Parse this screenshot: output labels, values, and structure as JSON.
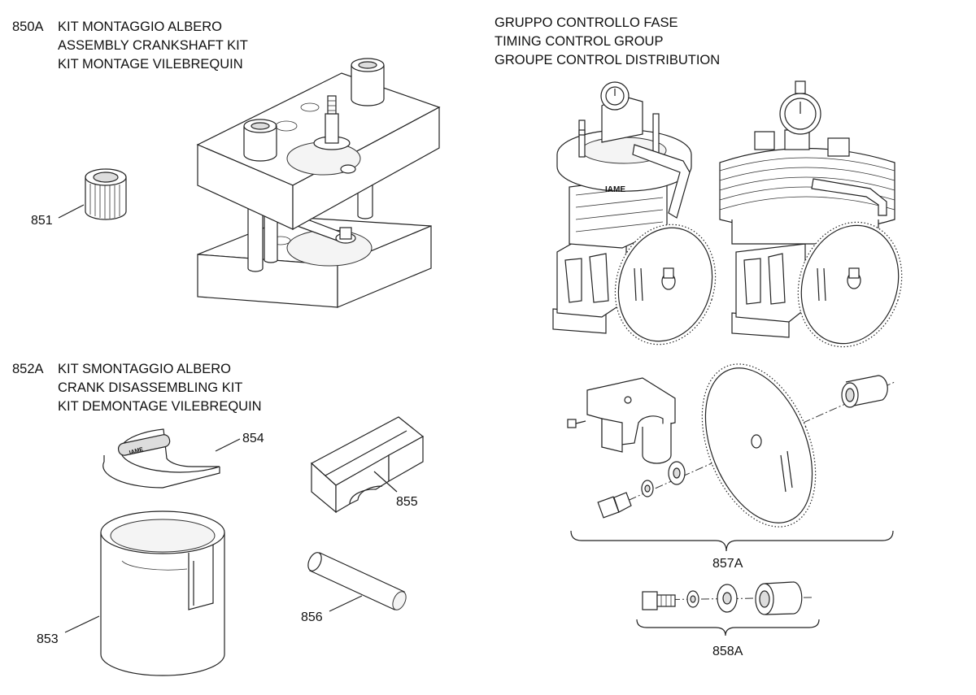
{
  "sections": {
    "assembly": {
      "code": "850A",
      "lines": [
        "KIT MONTAGGIO ALBERO",
        "ASSEMBLY CRANKSHAFT KIT",
        "KIT MONTAGE VILEBREQUIN"
      ]
    },
    "disassembly": {
      "code": "852A",
      "lines": [
        "KIT SMONTAGGIO ALBERO",
        "CRANK DISASSEMBLING KIT",
        "KIT DEMONTAGE VILEBREQUIN"
      ]
    },
    "timing": {
      "lines": [
        "GRUPPO CONTROLLO FASE",
        "TIMING CONTROL GROUP",
        "GROUPE CONTROL DISTRIBUTION"
      ]
    }
  },
  "part_labels": {
    "p851": "851",
    "p853": "853",
    "p854": "854",
    "p855": "855",
    "p856": "856",
    "p857A": "857A",
    "p858A": "858A"
  },
  "brand_marks": {
    "cylinder_left": "IAME",
    "plate_854": "IAME"
  }
}
